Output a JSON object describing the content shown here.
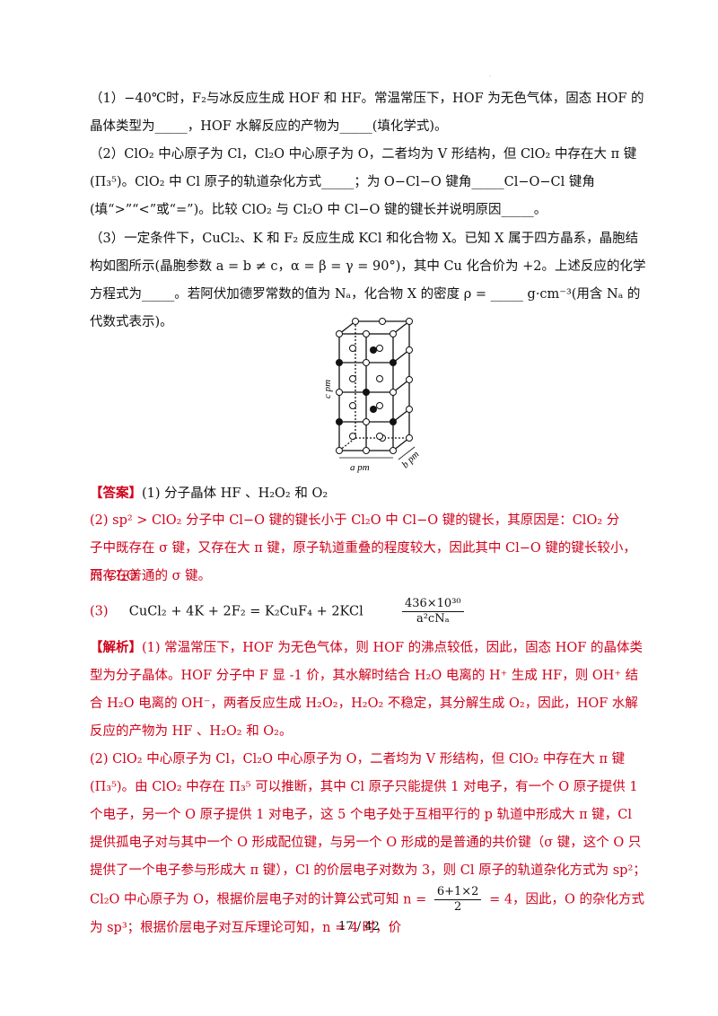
{
  "q1": "（1）−40℃时，F₂与冰反应生成 HOF 和 HF。常温常压下，HOF 为无色气体，固态 HOF 的晶体类型为_____，HOF 水解反应的产物为_____(填化学式)。",
  "q2": "（2）ClO₂ 中心原子为 Cl，Cl₂O 中心原子为 O，二者均为 V 形结构，但 ClO₂ 中存在大 π 键(Π₃⁵)。ClO₂ 中 Cl 原子的轨道杂化方式_____；为 O−Cl−O 键角_____Cl−O−Cl 键角(填“>”“<”或“=”)。比较 ClO₂ 与 Cl₂O 中 Cl−O 键的键长并说明原因_____。",
  "q3": "（3）一定条件下，CuCl₂、K 和 F₂ 反应生成 KCl 和化合物 X。已知 X 属于四方晶系，晶胞结构如图所示(晶胞参数 a = b ≠ c，α = β = γ = 90°)，其中 Cu 化合价为 +2。上述反应的化学方程式为_____。若阿伏加德罗常数的值为 Nₐ，化合物 X 的密度 ρ = _____ g·cm⁻³(用含 Nₐ 的代数式表示)。",
  "figure": {
    "c_label": "c pm",
    "a_label": "a pm",
    "b_label": "b pm"
  },
  "answer": {
    "tag": "【答案】",
    "a1": "(1)  分子晶体      HF 、H₂O₂ 和 O₂",
    "a2_line1": "(2)   sp²         >         ClO₂ 分子中 Cl−O 键的键长小于 Cl₂O 中 Cl−O 键的键长，其原因是：ClO₂ 分",
    "a2_line2": "子中既存在 σ 键，又存在大 π 键，原子轨道重叠的程度较大，因此其中 Cl−O 键的键长较小，而 Cl₂O",
    "a2_line3": "只存在普通的 σ 键。",
    "a3_label": "(3)",
    "a3_eq": "CuCl₂ + 4K + 2F₂ = K₂CuF₄ + 2KCl",
    "a3_num": "436×10³⁰",
    "a3_den": "a²cNₐ"
  },
  "analysis": {
    "tag": "【解析】",
    "p1": "(1) 常温常压下，HOF 为无色气体，则 HOF 的沸点较低，因此，固态 HOF 的晶体类型为分子晶体。HOF 分子中 F 显 -1 价，其水解时结合 H₂O 电离的 H⁺ 生成 HF，则 OH⁺ 结合 H₂O 电离的 OH⁻，两者反应生成 H₂O₂，H₂O₂ 不稳定，其分解生成 O₂，因此，HOF 水解反应的产物为 HF 、H₂O₂ 和 O₂。",
    "p2_a": "(2) ClO₂ 中心原子为 Cl，Cl₂O 中心原子为 O，二者均为 V 形结构，但 ClO₂ 中存在大 π 键(Π₃⁵)。由 ClO₂ 中存在 Π₃⁵ 可以推断，其中 Cl 原子只能提供 1 对电子，有一个 O 原子提供 1 个电子，另一个 O 原子提供 1 对电子，这 5 个电子处于互相平行的 p 轨道中形成大 π 键，Cl 提供孤电子对与其中一个 O 形成配位键，与另一个 O 形成的是普通的共价键（σ 键，这个 O 只提供了一个电子参与形成大 π 键），Cl 的价层电子对数为 3，则 Cl 原子的轨道杂化方式为 sp²；Cl₂O 中心原子为 O，根据价层电子对的计算公式可知 n =",
    "p2_num": "6+1×2",
    "p2_den": "2",
    "p2_b": "= 4，因此，O 的杂化方式为 sp³；根据价层电子对互斥理论可知，n = 4 时，价"
  },
  "footer": "17 / 42"
}
